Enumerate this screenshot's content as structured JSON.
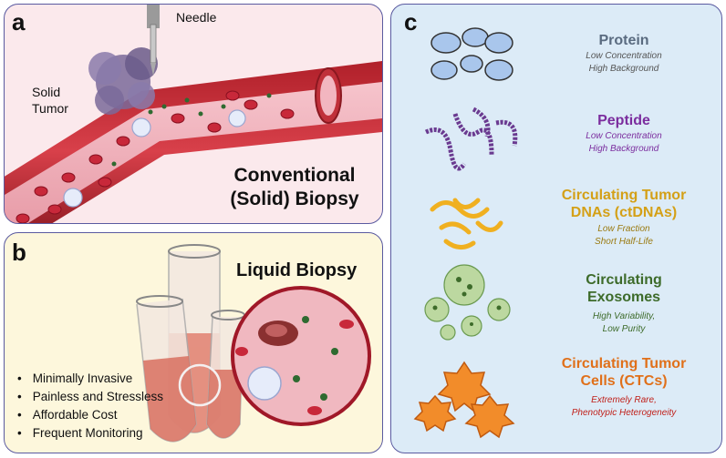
{
  "panel_a": {
    "label": "a",
    "needle_label": "Needle",
    "tumor_label_line1": "Solid",
    "tumor_label_line2": "Tumor",
    "title_line1": "Conventional",
    "title_line2": "(Solid) Biopsy"
  },
  "panel_b": {
    "label": "b",
    "title": "Liquid Biopsy",
    "bullets": [
      "Minimally Invasive",
      "Painless and Stressless",
      "Affordable Cost",
      "Frequent Monitoring"
    ]
  },
  "panel_c": {
    "label": "c",
    "items": [
      {
        "title_lines": [
          "Protein"
        ],
        "sub_lines": [
          "Low Concentration",
          "High Background"
        ],
        "title_color": "#5a6b80",
        "sub_color": "#555555",
        "icon": "protein-icon"
      },
      {
        "title_lines": [
          "Peptide"
        ],
        "sub_lines": [
          "Low Concentration",
          "High Background"
        ],
        "title_color": "#7b2d9e",
        "sub_color": "#7b2d9e",
        "icon": "peptide-icon"
      },
      {
        "title_lines": [
          "Circulating Tumor",
          "DNAs (ctDNAs)"
        ],
        "sub_lines": [
          "Low Fraction",
          "Short Half-Life"
        ],
        "title_color": "#d4a017",
        "sub_color": "#9a7a10",
        "icon": "ctdna-icon"
      },
      {
        "title_lines": [
          "Circulating",
          "Exosomes"
        ],
        "sub_lines": [
          "High Variability,",
          "Low Purity"
        ],
        "title_color": "#3d6b2a",
        "sub_color": "#3d6b2a",
        "icon": "exosome-icon"
      },
      {
        "title_lines": [
          "Circulating Tumor",
          "Cells (CTCs)"
        ],
        "sub_lines": [
          "Extremely Rare,",
          "Phenotypic Heterogeneity"
        ],
        "title_color": "#e0701a",
        "sub_color": "#c0201a",
        "icon": "ctc-icon"
      }
    ]
  }
}
